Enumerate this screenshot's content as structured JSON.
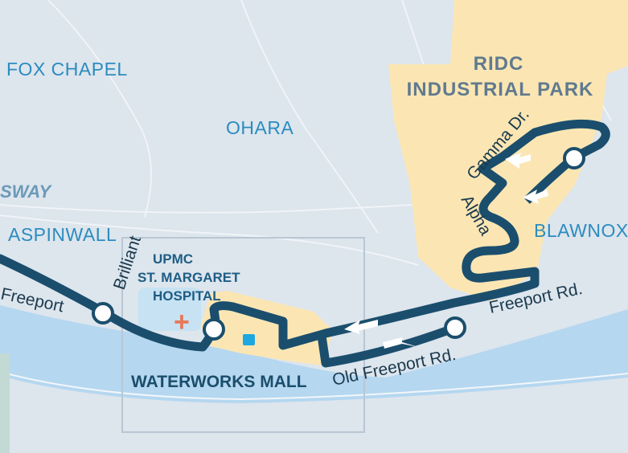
{
  "map": {
    "areas": {
      "fox_chapel": "FOX CHAPEL",
      "ohara": "OHARA",
      "ridc_line1": "RIDC",
      "ridc_line2": "INDUSTRIAL PARK",
      "blawnox": "BLAWNOX",
      "aspinwall": "ASPINWALL",
      "sway": "SWAY"
    },
    "streets": {
      "freeport": "Freeport",
      "brilliant": "Brilliant",
      "gamma": "Gamma Dr.",
      "alpha": "Alpha",
      "freeport_rd": "Freeport Rd.",
      "old_freeport_rd": "Old Freeport Rd."
    },
    "places": {
      "upmc_line1": "UPMC",
      "upmc_line2": "ST. MARGARET",
      "upmc_line3": "HOSPITAL",
      "hospital_symbol": "+",
      "waterworks": "WATERWORKS MALL"
    },
    "colors": {
      "background": "#dde5ed",
      "river": "#b5d7f0",
      "park": "#fbe6b3",
      "route": "#1b4e6d",
      "area_label": "#2b8cbf",
      "hospital_cross": "#e8775a"
    }
  }
}
